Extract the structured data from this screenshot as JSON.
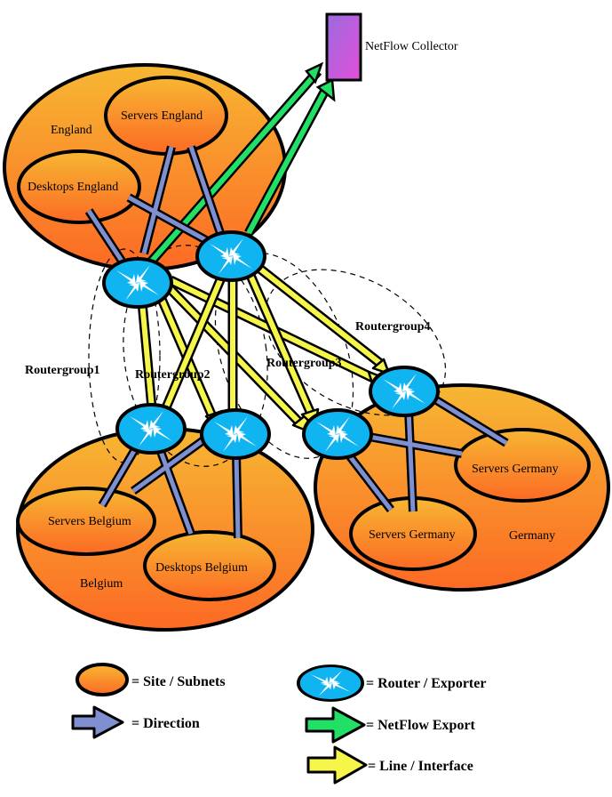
{
  "diagram": {
    "collector": {
      "label": "NetFlow Collector"
    },
    "sites": [
      {
        "id": "england",
        "label": "England"
      },
      {
        "id": "belgium",
        "label": "Belgium"
      },
      {
        "id": "germany",
        "label": "Germany"
      }
    ],
    "subnets": [
      {
        "id": "servers-england",
        "label": "Servers England"
      },
      {
        "id": "desktops-england",
        "label": "Desktops England"
      },
      {
        "id": "servers-belgium",
        "label": "Servers Belgium"
      },
      {
        "id": "desktops-belgium",
        "label": "Desktops Belgium"
      },
      {
        "id": "servers-germany-1",
        "label": "Servers Germany"
      },
      {
        "id": "servers-germany-2",
        "label": "Servers Germany"
      }
    ],
    "router_groups": [
      {
        "id": "rg1",
        "label": "Routergroup1"
      },
      {
        "id": "rg2",
        "label": "Routergroup2"
      },
      {
        "id": "rg3",
        "label": "Routergroup3"
      },
      {
        "id": "rg4",
        "label": "Routergroup4"
      }
    ],
    "colors": {
      "site_top": "#f7b733",
      "site_bottom": "#fc6a24",
      "router": "#0fb4f0",
      "direction": "#7f8fd0",
      "netflow_export": "#22e066",
      "line": "#f6f64a",
      "collector_top": "#9a6be0",
      "collector_bottom": "#e24fd8"
    }
  },
  "legend": {
    "site": "= Site / Subnets",
    "router": "= Router / Exporter",
    "direction": "= Direction",
    "netflow": "= NetFlow Export",
    "line": "= Line / Interface"
  }
}
